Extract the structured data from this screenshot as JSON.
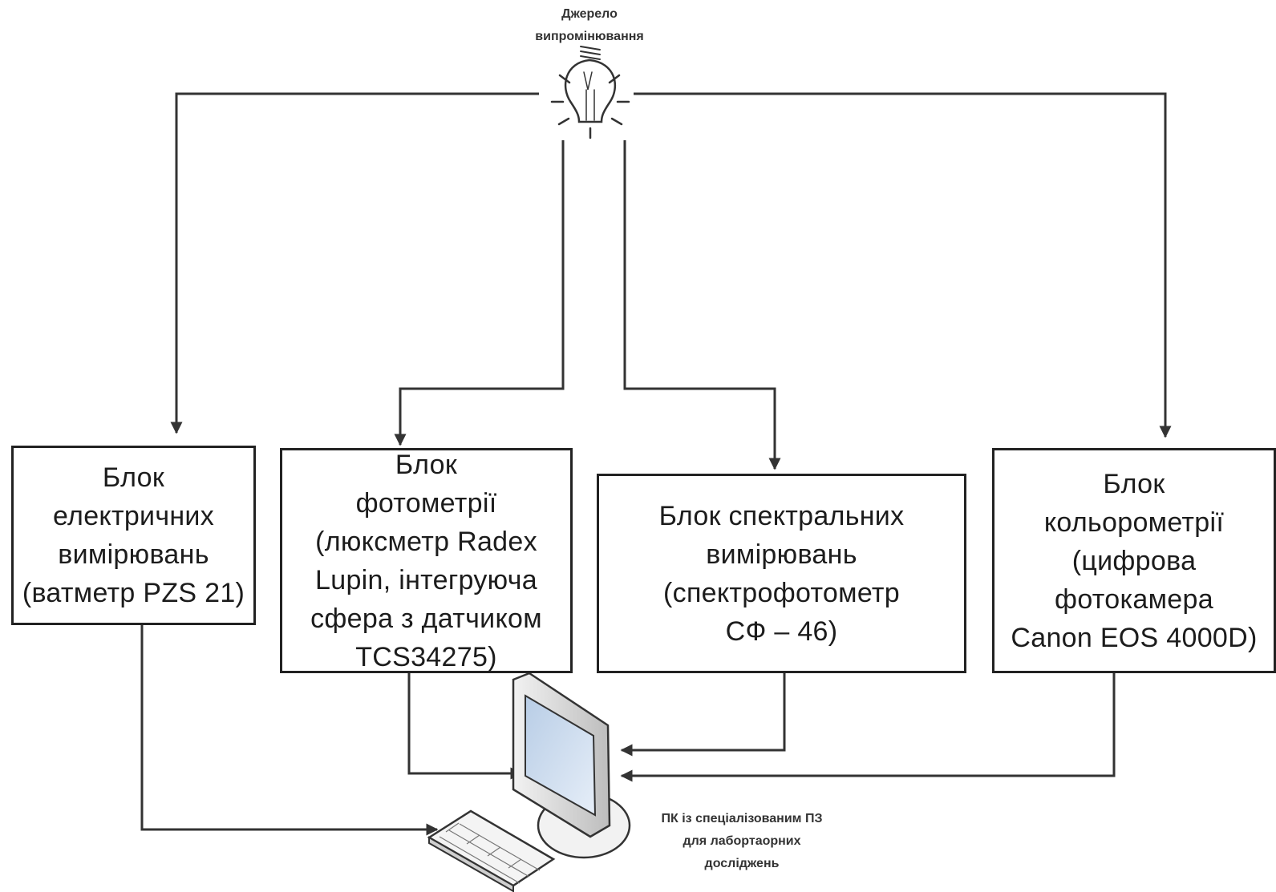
{
  "diagram": {
    "source": {
      "label": "Джерело\nвипромінювання",
      "icon": "light-bulb-icon"
    },
    "blocks": [
      {
        "id": "electrical",
        "label": "Блок\nелектричних\nвимірювань\n(ватметр PZS 21)"
      },
      {
        "id": "photometry",
        "label": "Блок\nфотометрії\n(люксметр Radex\nLupin, інтегруюча\nсфера з датчиком\nTCS34275)"
      },
      {
        "id": "spectral",
        "label": "Блок спектральних\nвимірювань\n(спектрофотометр\nСФ – 46)"
      },
      {
        "id": "colorimetry",
        "label": "Блок\nкольорометрії\n(цифрова\nфотокамера\nCanon EOS 4000D)"
      }
    ],
    "computer": {
      "label": "ПК із спеціалізованим ПЗ\nдля лабортаорних\nдосліджень",
      "icon": "desktop-computer-icon",
      "keyboard_icon": "keyboard-icon"
    },
    "colors": {
      "line": "#333333",
      "box_border": "#222222",
      "monitor_frame": "#d9d9d9",
      "monitor_screen": "#c9d8ea"
    }
  }
}
